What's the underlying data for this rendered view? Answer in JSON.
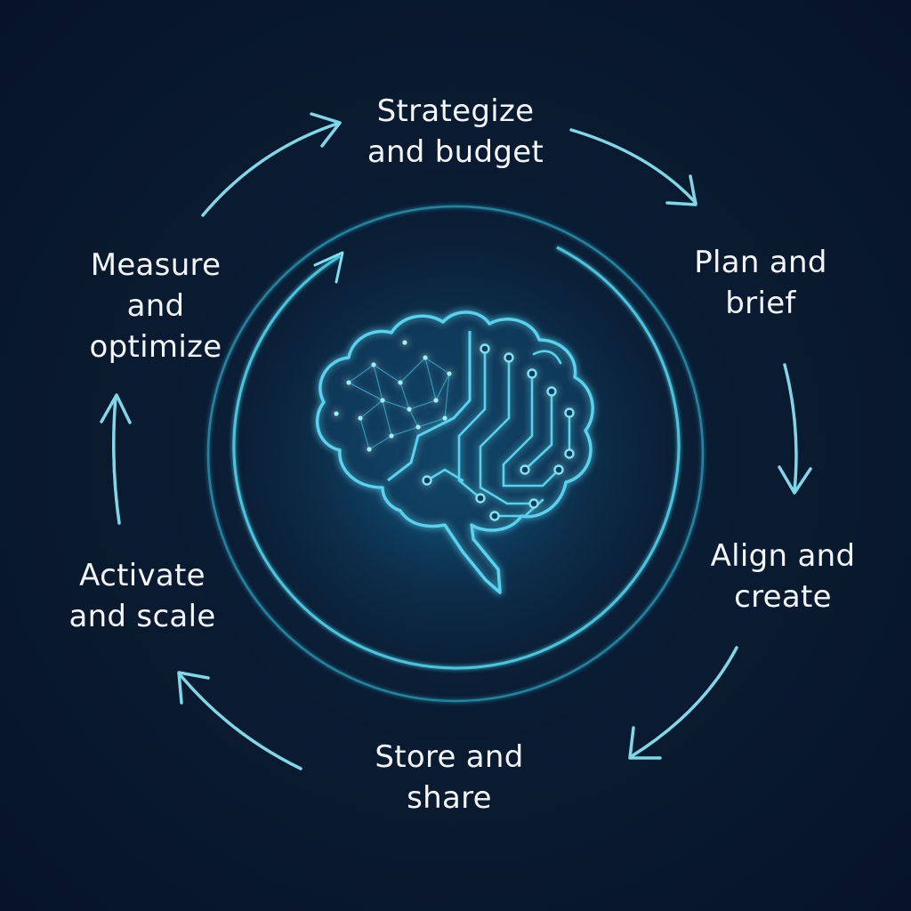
{
  "diagram": {
    "center_icon": "brain-circuit-icon",
    "colors": {
      "background": "#0a1b31",
      "accent": "#5fd3e6",
      "glow": "#1aa9e0",
      "text": "#f2f7fb"
    },
    "stages": [
      {
        "id": "strategize",
        "line1": "Strategize",
        "line2": "and  budget"
      },
      {
        "id": "plan",
        "line1": "Plan and",
        "line2": "brief"
      },
      {
        "id": "align",
        "line1": "Align and",
        "line2": "create"
      },
      {
        "id": "store",
        "line1": "Store  and",
        "line2": "share"
      },
      {
        "id": "activate",
        "line1": "Activate",
        "line2": "and scale"
      },
      {
        "id": "measure",
        "line1": "Measure",
        "line2": "and",
        "line3": "optimize"
      }
    ]
  }
}
